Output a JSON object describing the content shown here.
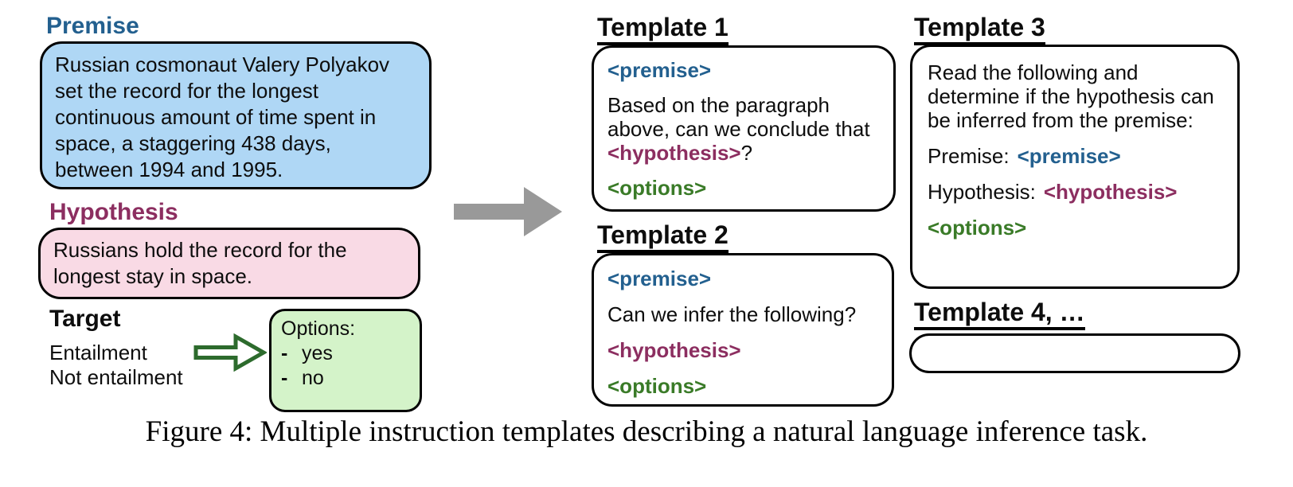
{
  "figure": {
    "caption": "Figure 4: Multiple instruction templates describing a natural language inference task."
  },
  "colors": {
    "premise_blue": "#23608F",
    "premise_fill": "#AFD7F5",
    "hypothesis_magenta": "#8C2E60",
    "hypothesis_fill": "#F9DAE5",
    "options_green": "#3A7B28",
    "options_fill": "#D4F3C9",
    "arrow_gray": "#999999",
    "arrow_green": "#2D6B2D",
    "box_border": "#000000"
  },
  "example": {
    "premise": {
      "label": "Premise",
      "lines": [
        "Russian cosmonaut Valery Polyakov",
        "set the record for the longest",
        "continuous amount of time spent in",
        "space, a staggering 438 days,",
        "between 1994 and 1995."
      ]
    },
    "hypothesis": {
      "label": "Hypothesis",
      "lines": [
        "Russians hold the record for the",
        "longest stay in space."
      ]
    },
    "target": {
      "label": "Target",
      "values": [
        "Entailment",
        "Not entailment"
      ]
    },
    "options": {
      "title": "Options:",
      "bullet": "-",
      "items": [
        "yes",
        "no"
      ]
    }
  },
  "templates": {
    "t1": {
      "heading": "Template 1",
      "premise_tag": "<premise>",
      "body_lines": [
        "Based on the paragraph",
        "above, can we conclude that"
      ],
      "hypothesis_tag": "<hypothesis>",
      "suffix": "?",
      "options_tag": "<options>"
    },
    "t2": {
      "heading": "Template 2",
      "premise_tag": "<premise>",
      "body": "Can we infer the following?",
      "hypothesis_tag": "<hypothesis>",
      "options_tag": "<options>"
    },
    "t3": {
      "heading": "Template 3",
      "intro_lines": [
        "Read the following and",
        "determine if the hypothesis can",
        "be inferred from the premise:"
      ],
      "premise_label": "Premise:",
      "premise_tag": "<premise>",
      "hypothesis_label": "Hypothesis:",
      "hypothesis_tag": "<hypothesis>",
      "options_tag": "<options>"
    },
    "t4": {
      "heading": "Template 4, …"
    }
  }
}
